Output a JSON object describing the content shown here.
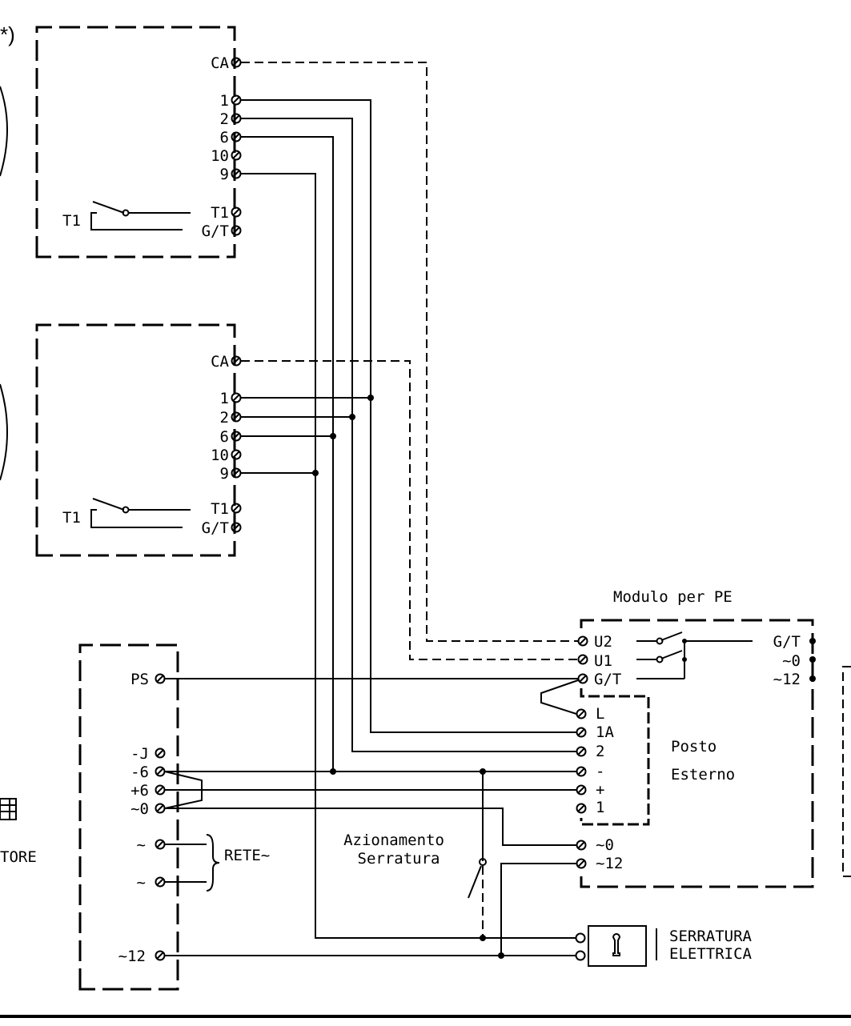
{
  "corner_note": "*)",
  "unit_top": {
    "terminals": [
      "CA",
      "1",
      "2",
      "6",
      "10",
      "9",
      "T1",
      "G/T"
    ],
    "switch_label": "T1"
  },
  "unit_bottom": {
    "terminals": [
      "CA",
      "1",
      "2",
      "6",
      "10",
      "9",
      "T1",
      "G/T"
    ],
    "switch_label": "T1"
  },
  "power_supply": {
    "terminals": [
      "PS",
      "-J",
      "-6",
      "+6",
      "~0",
      "~",
      "~",
      "~12"
    ],
    "rete_label": "RETE~",
    "cut_label": "TORE"
  },
  "module": {
    "title": "Modulo per PE",
    "terminals": [
      "U2",
      "U1",
      "G/T"
    ],
    "outputs": [
      "G/T",
      "~0",
      "~12"
    ],
    "post_terminals": [
      "L",
      "1A",
      "2",
      "-",
      "+",
      "1",
      "~0",
      "~12"
    ],
    "post_label": [
      "Posto",
      "Esterno"
    ]
  },
  "lock_actuator_label": [
    "Azionamento",
    "Serratura"
  ],
  "electric_lock_label": [
    "SERRATURA",
    "ELETTRICA"
  ]
}
